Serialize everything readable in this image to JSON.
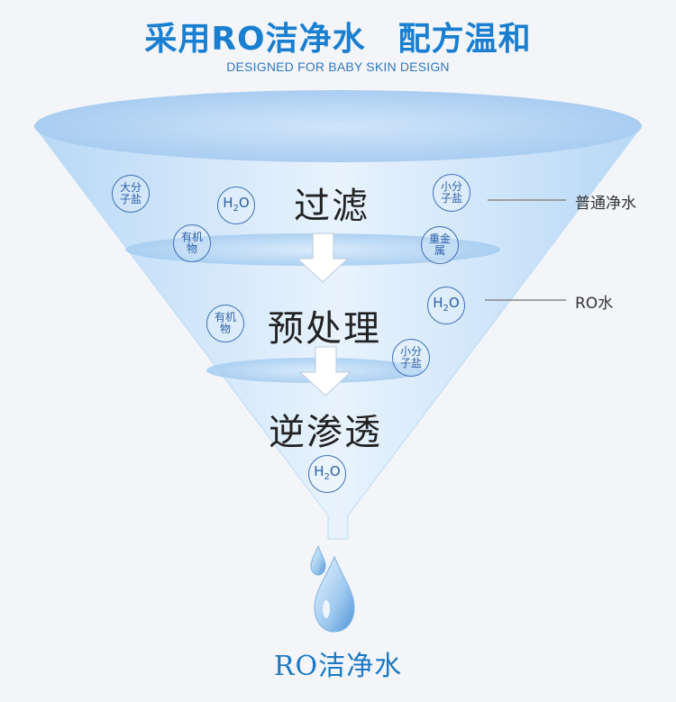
{
  "header": {
    "title_part1": "采用RO洁净水",
    "title_part2": "配方温和",
    "subtitle": "DESIGNED FOR BABY SKIN DESIGN"
  },
  "stages": [
    {
      "label": "过滤"
    },
    {
      "label": "预处理"
    },
    {
      "label": "逆渗透"
    }
  ],
  "bubbles": {
    "large_salt": "大分子盐",
    "small_salt": "小分子盐",
    "organic": "有机物",
    "heavy_metal": "重金属",
    "water_main": "H",
    "water_sub": "2",
    "water_tail": "O"
  },
  "side_labels": {
    "ordinary_water": "普通净水",
    "ro_water": "RO水"
  },
  "footer": {
    "label": "RO洁净水"
  },
  "colors": {
    "title_blue": "#1a7fd0",
    "funnel_light": "#cfe6fb",
    "funnel_mid": "#a8cff3",
    "bubble_border": "#3f6fb8"
  }
}
